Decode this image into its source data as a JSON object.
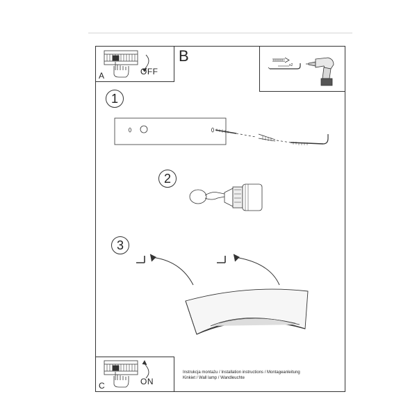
{
  "panel_a": {
    "letter": "A",
    "switch_label": "OFF"
  },
  "panel_b": {
    "letter": "B",
    "quantity": "x2"
  },
  "steps": [
    "1",
    "2",
    "3"
  ],
  "panel_c": {
    "letter": "C",
    "switch_label": "ON"
  },
  "caption": {
    "line1": "Instrukcja montażu / Installation instructions / Montageanleitung",
    "line2": "Kinkiet / Wall lamp / Wandleuchte"
  }
}
